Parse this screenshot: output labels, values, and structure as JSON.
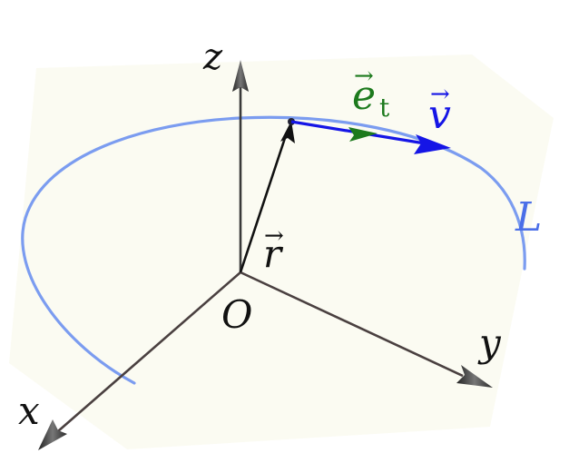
{
  "diagram": {
    "axes": {
      "x_label": "x",
      "y_label": "y",
      "z_label": "z",
      "origin_label": "O"
    },
    "curve_label": "L",
    "position_vector": {
      "symbol": "r",
      "arrow": "→"
    },
    "tangent_unit_vector": {
      "symbol": "e",
      "subscript": "t",
      "arrow": "→"
    },
    "velocity_vector": {
      "symbol": "v",
      "arrow": "→"
    },
    "colors": {
      "curve": "#7b9cf0",
      "velocity": "#1515e6",
      "tangent": "#1d7a1d",
      "axes": "#4a4040",
      "position_vector": "#111111",
      "plane": "#fbfbf2",
      "text": "#111111"
    }
  }
}
